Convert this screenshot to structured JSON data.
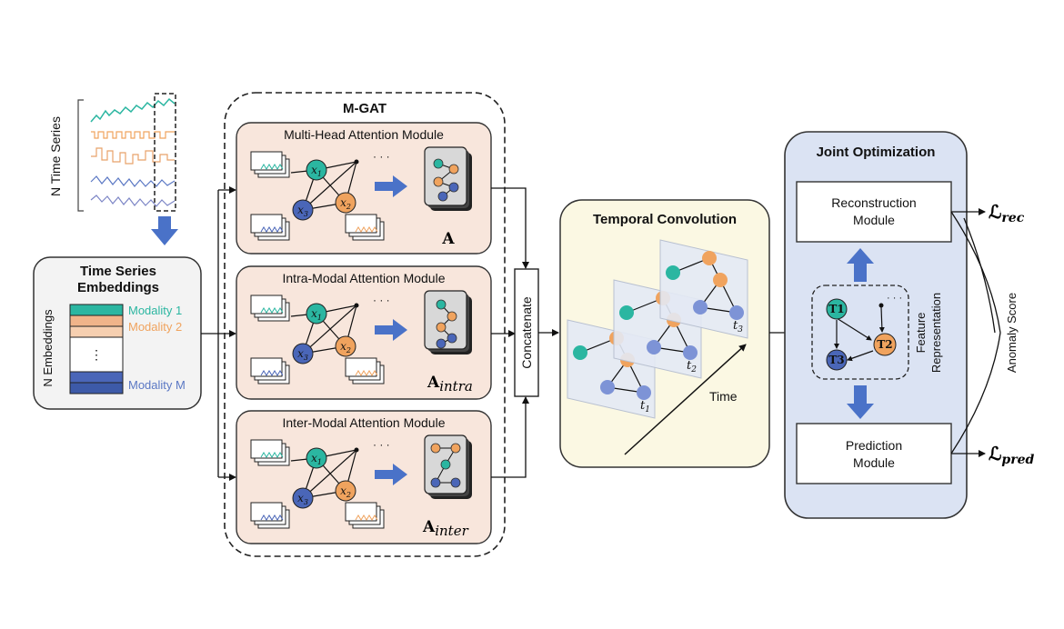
{
  "input": {
    "n_time_series": "N Time Series",
    "embeddings_title": [
      "Time Series",
      "Embeddings"
    ],
    "n_embeddings": "N Embeddings",
    "modality_1": "Modality 1",
    "modality_2": "Modality 2",
    "ellipsis": "⋮",
    "modality_m": "Modality M"
  },
  "mgat": {
    "title": "M-GAT",
    "module_1": {
      "title": "Multi-Head Attention Module",
      "output_main": "A",
      "output_sub": ""
    },
    "module_2": {
      "title": "Intra-Modal Attention Module",
      "output_main": "A",
      "output_sub": "intra"
    },
    "module_3": {
      "title": "Inter-Modal Attention Module",
      "output_main": "A",
      "output_sub": "inter"
    },
    "node_x1": "x1",
    "node_x2": "x2",
    "node_x3": "x3",
    "dots": "· · ·"
  },
  "concatenate": "Concatenate",
  "temporal": {
    "title": "Temporal Convolution",
    "t1": "t1",
    "t2": "t2",
    "t3": "t3",
    "time": "Time"
  },
  "joint": {
    "title": "Joint Optimization",
    "reconstruction": [
      "Reconstruction",
      "Module"
    ],
    "prediction": [
      "Prediction",
      "Module"
    ],
    "feature": [
      "Feature",
      "Representation"
    ],
    "node_t1": "T1",
    "node_t2": "T2",
    "node_t3": "T3"
  },
  "outputs": {
    "loss_rec_main": "ℒ",
    "loss_rec_sub": "rec",
    "loss_pred_main": "ℒ",
    "loss_pred_sub": "pred",
    "anomaly_score": "Anomaly Score"
  },
  "colors": {
    "teal": "#2bb6a1",
    "orange": "#f0a35e",
    "blue": "#4a66b8",
    "module_fill": "#f8e6dc",
    "joint_fill": "#dbe3f3",
    "temporal_fill": "#fbf8e3",
    "arrow_blue": "#4a72c8"
  }
}
